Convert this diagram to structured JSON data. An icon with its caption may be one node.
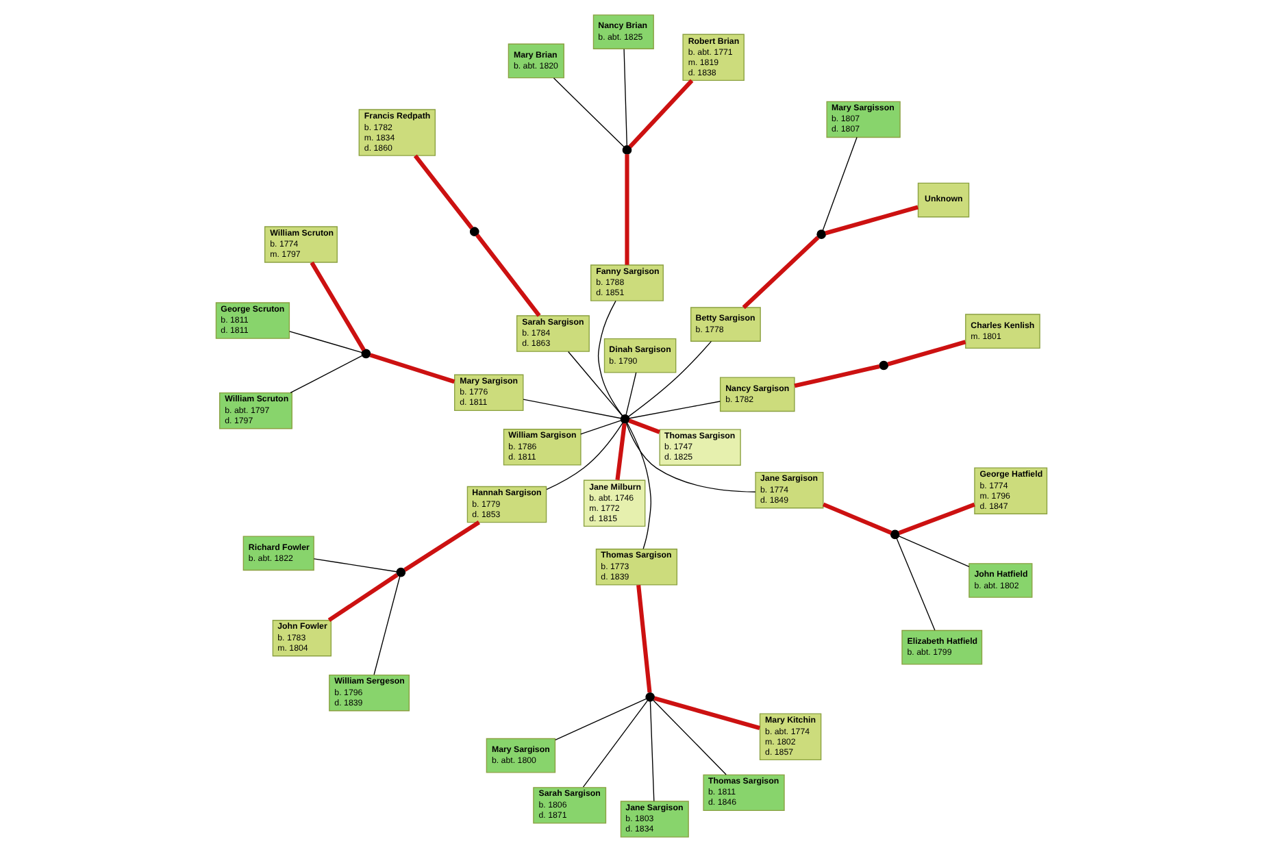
{
  "diagram": {
    "nodes": [
      {
        "text": [
          "Mary Sargison",
          "b. abt. 1800"
        ]
      },
      {
        "text": [
          "Mary Kitchin",
          "b. abt. 1774",
          "m. 1802",
          "d. 1857"
        ]
      },
      {
        "text": [
          "Jane Sargison",
          "b. 1803",
          "d. 1834"
        ]
      },
      {
        "text": [],
        "shape": "circle"
      },
      {
        "text": [
          "George Hatfield",
          "b. 1774",
          "m. 1796",
          "d. 1847"
        ]
      },
      {
        "text": [
          "Elizabeth Hatfield",
          "b. abt. 1799"
        ]
      },
      {
        "text": [
          "Sarah Sargison",
          "b. 1806",
          "d. 1871"
        ]
      },
      {
        "text": [
          "Thomas Sargison",
          "b. 1811",
          "d. 1846"
        ]
      },
      {
        "text": [
          "Thomas Sargison",
          "b. 1773",
          "d. 1839"
        ]
      },
      {
        "text": [],
        "shape": "circle"
      },
      {
        "text": [
          "John Hatfield",
          "b. abt. 1802"
        ]
      },
      {
        "text": [
          "William Scruton",
          "b. abt. 1797",
          "d. 1797"
        ]
      },
      {
        "text": [
          "Thomas Sargison",
          "b. 1747",
          "d. 1825"
        ]
      },
      {
        "text": [
          "Jane Sargison",
          "b. 1774",
          "d. 1849"
        ]
      },
      {
        "text": [
          "William Scruton",
          "b. 1774",
          "m. 1797"
        ]
      },
      {
        "text": [
          "Jane Milburn",
          "b. abt. 1746",
          "m. 1772",
          "d. 1815"
        ]
      },
      {
        "text": [
          "Mary Sargison",
          "b. 1776",
          "d. 1811"
        ]
      },
      {
        "text": [],
        "shape": "circle"
      },
      {
        "text": [
          "George Scruton",
          "b. 1811",
          "d. 1811"
        ]
      },
      {
        "text": [
          "William Sargison",
          "b. 1786",
          "d. 1811"
        ]
      },
      {
        "text": [],
        "shape": "circle"
      },
      {
        "text": [
          "Betty Sargison",
          "b. 1778"
        ]
      },
      {
        "text": [
          "Dinah Sargison",
          "b. 1790"
        ]
      },
      {
        "text": [],
        "shape": "circle"
      },
      {
        "text": [
          "Mary Sargisson",
          "b. 1807",
          "d. 1807"
        ]
      },
      {
        "text": [
          "Unknown"
        ]
      },
      {
        "text": [
          "Nancy Sargison",
          "b. 1782"
        ]
      },
      {
        "text": [
          "Sarah Sargison",
          "b. 1784",
          "d. 1863"
        ]
      },
      {
        "text": [
          "Hannah Sargison",
          "b. 1779",
          "d. 1853"
        ]
      },
      {
        "text": [],
        "shape": "circle"
      },
      {
        "text": [
          "William Sergeson",
          "b. 1796",
          "d. 1839"
        ]
      },
      {
        "text": [
          "Fanny Sargison",
          "b. 1788",
          "d. 1851"
        ]
      },
      {
        "text": [
          "John Fowler",
          "b. 1783",
          "m. 1804"
        ]
      },
      {
        "text": [
          "Richard Fowler",
          "b. abt. 1822"
        ]
      },
      {
        "text": [],
        "shape": "circle"
      },
      {
        "text": [],
        "shape": "circle"
      },
      {
        "text": [],
        "shape": "circle"
      },
      {
        "text": [
          "Charles Kenlish",
          "m. 1801"
        ]
      },
      {
        "text": [
          "Mary Brian",
          "b. abt. 1820"
        ]
      },
      {
        "text": [
          "Francis Redpath",
          "b. 1782",
          "m. 1834",
          "d. 1860"
        ]
      },
      {
        "text": [
          "Robert Brian",
          "b. abt. 1771",
          "m. 1819",
          "d. 1838"
        ]
      },
      {
        "text": [
          "Nancy Brian",
          "b. abt. 1825"
        ]
      }
    ],
    "edges": [
      {
        "from": 15,
        "to": 20,
        "arrow": "none",
        "style": "thick",
        "color": "#cc1111"
      },
      {
        "from": 12,
        "to": 20,
        "arrow": "none",
        "style": "thick",
        "color": "#cc1111"
      },
      {
        "from": 20,
        "to": 8,
        "arrow": "none"
      },
      {
        "from": 20,
        "to": 13,
        "arrow": "none"
      },
      {
        "from": 20,
        "to": 16,
        "arrow": "none"
      },
      {
        "from": 20,
        "to": 21,
        "arrow": "none"
      },
      {
        "from": 20,
        "to": 28,
        "arrow": "none"
      },
      {
        "from": 20,
        "to": 31,
        "arrow": "none"
      },
      {
        "from": 20,
        "to": 26,
        "arrow": "none"
      },
      {
        "from": 20,
        "to": 27,
        "arrow": "none"
      },
      {
        "from": 20,
        "to": 22,
        "arrow": "none"
      },
      {
        "from": 20,
        "to": 19,
        "arrow": "none"
      },
      {
        "from": 4,
        "to": 9,
        "arrow": "none",
        "style": "thick",
        "color": "#cc1111"
      },
      {
        "from": 13,
        "to": 9,
        "arrow": "none",
        "style": "thick",
        "color": "#cc1111"
      },
      {
        "from": 9,
        "to": 5,
        "arrow": "none"
      },
      {
        "from": 9,
        "to": 10,
        "arrow": "none"
      },
      {
        "from": 1,
        "to": 3,
        "arrow": "none",
        "style": "thick",
        "color": "#cc1111"
      },
      {
        "from": 8,
        "to": 3,
        "arrow": "none",
        "style": "thick",
        "color": "#cc1111"
      },
      {
        "from": 3,
        "to": 0,
        "arrow": "none"
      },
      {
        "from": 3,
        "to": 2,
        "arrow": "none"
      },
      {
        "from": 3,
        "to": 6,
        "arrow": "none"
      },
      {
        "from": 3,
        "to": 7,
        "arrow": "none"
      },
      {
        "from": 16,
        "to": 17,
        "arrow": "none",
        "style": "thick",
        "color": "#cc1111"
      },
      {
        "from": 14,
        "to": 17,
        "arrow": "none",
        "style": "thick",
        "color": "#cc1111"
      },
      {
        "from": 17,
        "to": 11,
        "arrow": "none"
      },
      {
        "from": 17,
        "to": 18,
        "arrow": "none"
      },
      {
        "from": 21,
        "to": 23,
        "arrow": "none",
        "style": "thick",
        "color": "#cc1111"
      },
      {
        "from": 25,
        "to": 23,
        "arrow": "none",
        "style": "thick",
        "color": "#cc1111"
      },
      {
        "from": 23,
        "to": 24,
        "arrow": "none"
      },
      {
        "from": 28,
        "to": 29,
        "arrow": "none",
        "style": "thick",
        "color": "#cc1111"
      },
      {
        "from": 32,
        "to": 29,
        "arrow": "none",
        "style": "thick",
        "color": "#cc1111"
      },
      {
        "from": 29,
        "to": 30,
        "arrow": "none"
      },
      {
        "from": 29,
        "to": 33,
        "arrow": "none"
      },
      {
        "from": 27,
        "to": 34,
        "arrow": "none",
        "style": "thick",
        "color": "#cc1111"
      },
      {
        "from": 39,
        "to": 34,
        "arrow": "none",
        "style": "thick",
        "color": "#cc1111"
      },
      {
        "from": 26,
        "to": 35,
        "arrow": "none",
        "style": "thick",
        "color": "#cc1111"
      },
      {
        "from": 37,
        "to": 35,
        "arrow": "none",
        "style": "thick",
        "color": "#cc1111"
      },
      {
        "from": 31,
        "to": 36,
        "arrow": "none",
        "style": "thick",
        "color": "#cc1111"
      },
      {
        "from": 40,
        "to": 36,
        "arrow": "none",
        "style": "thick",
        "color": "#cc1111"
      },
      {
        "from": 36,
        "to": 38,
        "arrow": "none"
      },
      {
        "from": 36,
        "to": 41,
        "arrow": "none"
      }
    ]
  }
}
